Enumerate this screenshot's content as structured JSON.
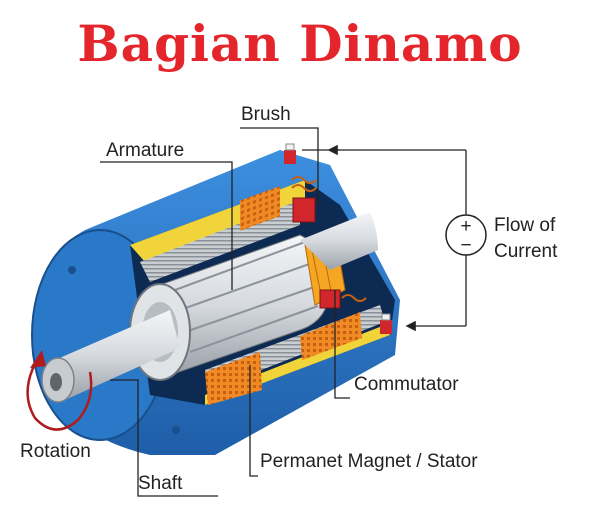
{
  "title": "Bagian Dinamo",
  "labels": {
    "brush": "Brush",
    "armature": "Armature",
    "flow_of": "Flow of",
    "current": "Current",
    "commutator": "Commutator",
    "rotation": "Rotation",
    "shaft": "Shaft",
    "stator": "Permanet Magnet / Stator"
  },
  "symbols": {
    "plus": "+",
    "minus": "−"
  },
  "colors": {
    "title": "#e4252b",
    "housing": "#2f7fd1",
    "housing_dark": "#1f5ea8",
    "magnet": "#f08a24",
    "copper": "#f5a623",
    "shaft": "#d8dce0",
    "rotation_arrow": "#b01c1c"
  }
}
